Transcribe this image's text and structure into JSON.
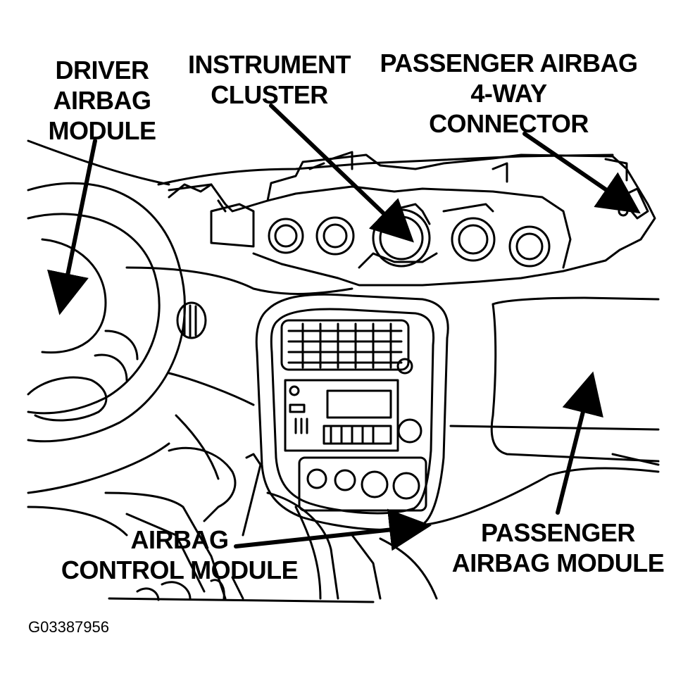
{
  "labels": {
    "driver_airbag_module": "DRIVER\nAIRBAG\nMODULE",
    "instrument_cluster": "INSTRUMENT\nCLUSTER",
    "passenger_airbag_connector": "PASSENGER AIRBAG\n4-WAY\nCONNECTOR",
    "airbag_control_module": "AIRBAG\nCONTROL MODULE",
    "passenger_airbag_module": "PASSENGER\nAIRBAG MODULE"
  },
  "figure_code": "G03387956",
  "colors": {
    "ink": "#000000",
    "paper": "#ffffff"
  }
}
